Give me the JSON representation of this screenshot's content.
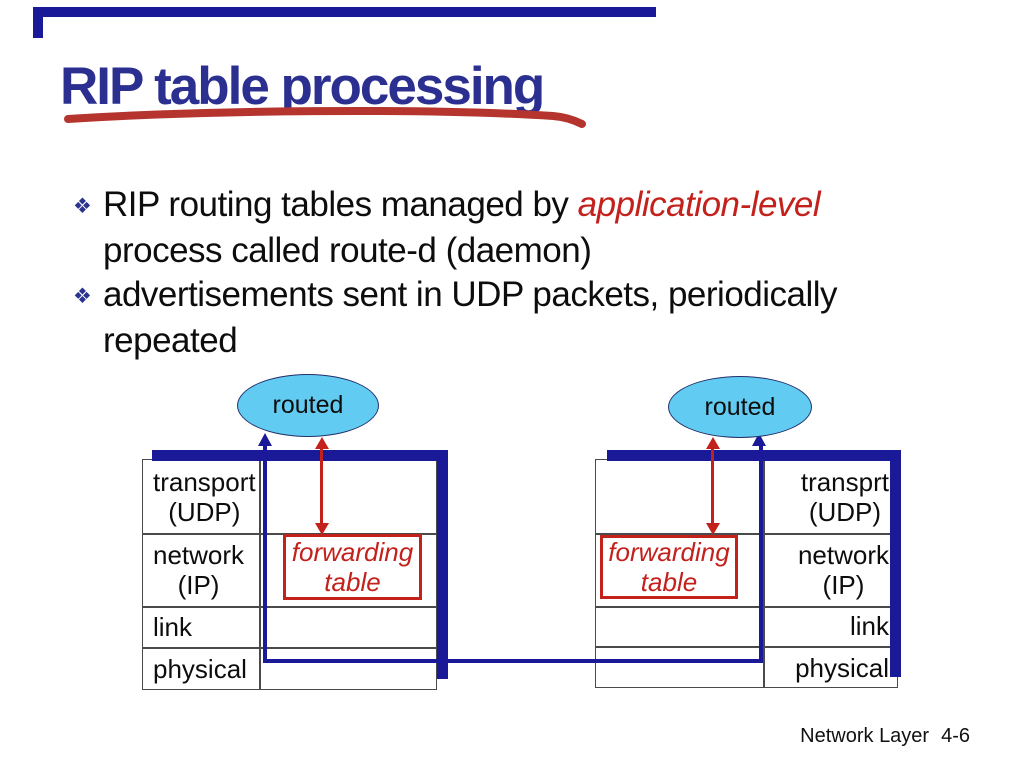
{
  "title": "RIP table processing",
  "bullets": {
    "marker": "❖",
    "b1_line1_text": "RIP routing tables managed by ",
    "b1_line1_em": "application-level",
    "b1_line2": "process called route-d (daemon)",
    "b2_line1": "advertisements sent in UDP packets, periodically",
    "b2_line2": "repeated"
  },
  "left_stack": {
    "process_label": "routed",
    "forwarding_line1": "forwarding",
    "forwarding_line2": "table",
    "layers": [
      {
        "line1": "transport",
        "line2": "(UDP)"
      },
      {
        "line1": "network",
        "line2": "(IP)"
      },
      {
        "line1": "link",
        "line2": ""
      },
      {
        "line1": "physical",
        "line2": ""
      }
    ]
  },
  "right_stack": {
    "process_label": "routed",
    "forwarding_line1": "forwarding",
    "forwarding_line2": "table",
    "layers": [
      {
        "line1": "transprt",
        "line2": "(UDP)"
      },
      {
        "line1": "network",
        "line2": "(IP)"
      },
      {
        "line1": "link",
        "line2": ""
      },
      {
        "line1": "physical",
        "line2": ""
      }
    ]
  },
  "footer": {
    "label": "Network Layer",
    "page": "4-6"
  },
  "colors": {
    "navy": "#1a1a99",
    "title_blue": "#2b2f90",
    "accent_red": "#c3211c",
    "underline_red": "#b5352e",
    "ellipse_fill": "#62cbf2"
  }
}
